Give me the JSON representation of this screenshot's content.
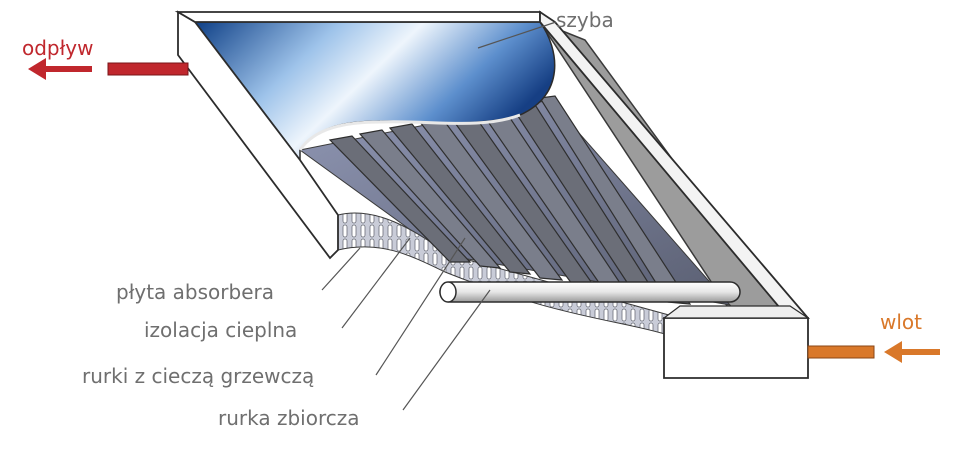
{
  "labels": {
    "outlet": "odpływ",
    "inlet": "wlot",
    "glass": "szyba",
    "absorber_plate": "płyta absorbera",
    "thermal_insulation": "izolacja cieplna",
    "fluid_tubes": "rurki z cieczą grzewczą",
    "header_pipe": "rurka zbiorcza"
  },
  "colors": {
    "outlet_arrow": "#c0272d",
    "inlet_arrow": "#d9782a",
    "glass_blue": "#1f5fa8",
    "frame": "#ffffff",
    "frame_stroke": "#3a3a3a",
    "tubes": "#6b6e78",
    "label_text": "#6f6f6f"
  }
}
